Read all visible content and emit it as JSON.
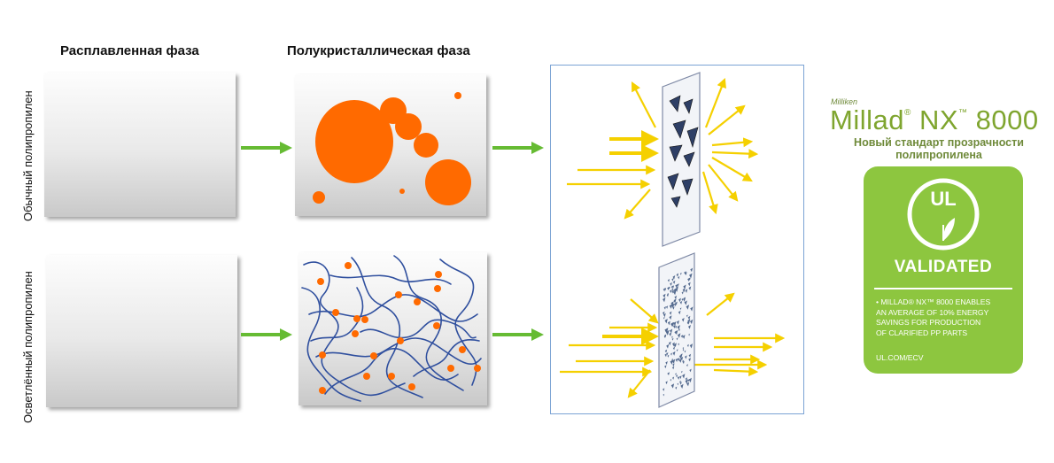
{
  "columns": {
    "melt_phase": "Расплавленная фаза",
    "semicrystalline_phase": "Полукристаллическая фаза"
  },
  "rows": {
    "regular_pp": "Обычный полипропилен",
    "clarified_pp": "Осветлённый полипропилен"
  },
  "brand": {
    "maker": "Milliken",
    "product_name": "Millad",
    "product_model": "NX",
    "product_number": "8000",
    "tm_mark": "®",
    "tm_mark2": "™",
    "tagline_line1": "Новый стандарт прозрачности",
    "tagline_line2": "полипропилена"
  },
  "ul_badge": {
    "logo_text": "UL",
    "status": "VALIDATED",
    "claim_lines": [
      "• MILLAD® NX™ 8000 ENABLES",
      "AN AVERAGE OF 10% ENERGY",
      "SAVINGS FOR PRODUCTION",
      "OF CLARIFIED PP PARTS"
    ],
    "url": "UL.COM/ECV"
  },
  "colors": {
    "spherulite_orange": "#ff6a00",
    "polymer_chain_blue": "#2f4f9e",
    "light_ray_yellow": "#f5d000",
    "flow_arrow_green": "#66bb33",
    "brand_green": "#8dc63f",
    "optics_border": "#7ba3d4"
  }
}
